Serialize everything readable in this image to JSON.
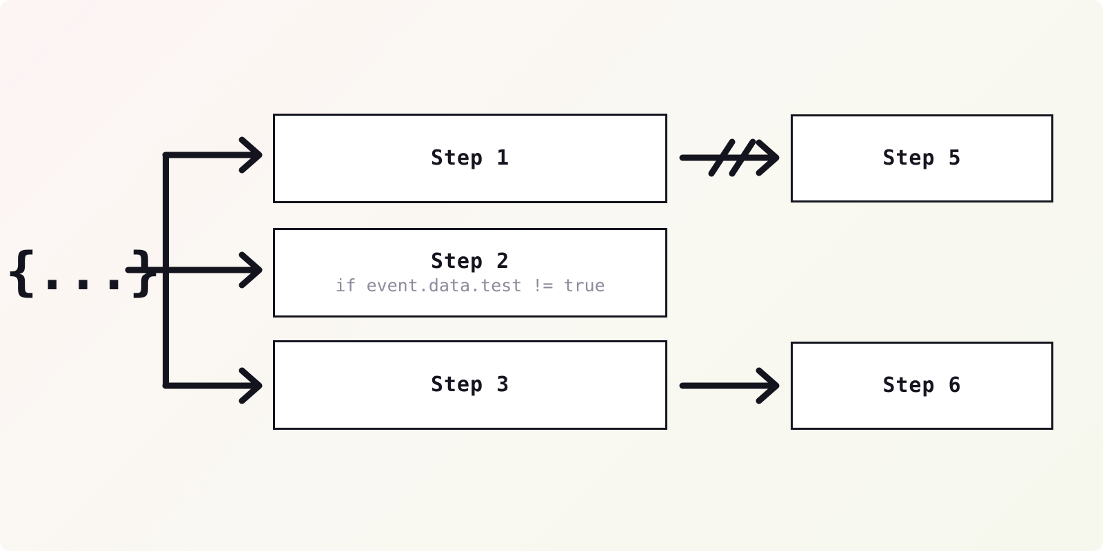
{
  "diagram": {
    "type": "flow-branch-diagram",
    "background": {
      "gradient_from": "#fdf4f4",
      "gradient_to": "#f6f8ee",
      "direction": "135deg"
    },
    "stroke_color": "#14141e",
    "node_fill": "#ffffff",
    "muted_text_color": "#8c8c9c",
    "source": {
      "label": "{...}",
      "name": "event-payload"
    },
    "nodes": [
      {
        "id": "step1",
        "title": "Step 1",
        "subtitle": ""
      },
      {
        "id": "step2",
        "title": "Step 2",
        "subtitle": "if event.data.test != true"
      },
      {
        "id": "step3",
        "title": "Step 3",
        "subtitle": ""
      },
      {
        "id": "step5",
        "title": "Step 5",
        "subtitle": ""
      },
      {
        "id": "step6",
        "title": "Step 6",
        "subtitle": ""
      }
    ],
    "edges": [
      {
        "from": "event-payload",
        "to": "step1",
        "style": "solid-arrow"
      },
      {
        "from": "event-payload",
        "to": "step2",
        "style": "solid-arrow"
      },
      {
        "from": "event-payload",
        "to": "step3",
        "style": "solid-arrow"
      },
      {
        "from": "step1",
        "to": "step5",
        "style": "broken-arrow",
        "marks": 2
      },
      {
        "from": "step3",
        "to": "step6",
        "style": "solid-arrow"
      }
    ]
  }
}
